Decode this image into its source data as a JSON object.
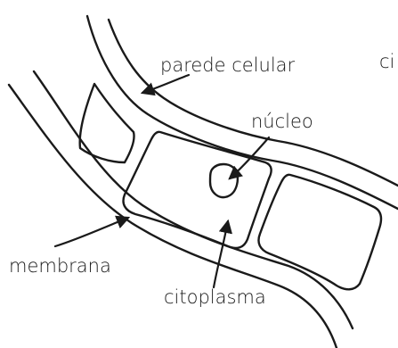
{
  "labels": {
    "wall": "parede celular",
    "nucleus": "núcleo",
    "membrane": "membrana",
    "cytoplasm": "citoplasma",
    "cropped_text": "ci"
  },
  "colors": {
    "ink": "#1a1a1a",
    "background": "#ffffff"
  }
}
